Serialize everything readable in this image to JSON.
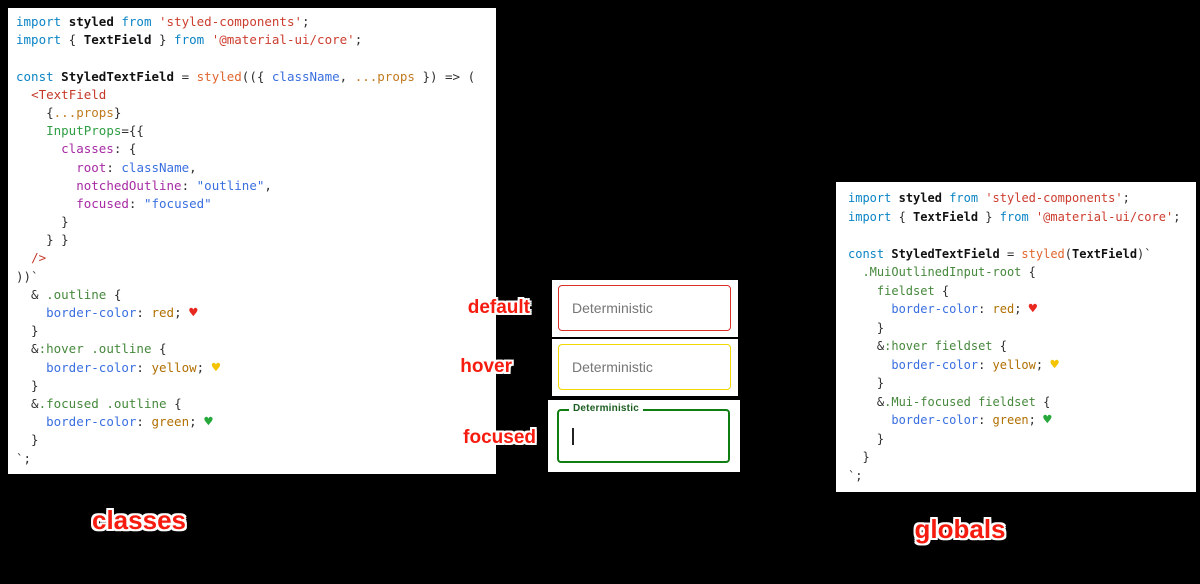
{
  "page": {
    "bg": "#000000",
    "panel_bg": "#ffffff",
    "annotation_red": "#f61b0f"
  },
  "annotations": {
    "default": "default",
    "hover": "hover",
    "focused": "focused",
    "classes_caption": "classes",
    "globals_caption": "globals"
  },
  "textfields": {
    "default": {
      "value": "Deterministic",
      "border_css": "red",
      "border_hex": "#d93025"
    },
    "hover": {
      "value": "Deterministic",
      "border_css": "yellow",
      "border_hex": "#f0d800"
    },
    "focused": {
      "label": "Deterministic",
      "border_css": "green",
      "border_hex": "#0f7d12",
      "label_color": "#1b5e20"
    }
  },
  "panels": {
    "classes_code": {
      "lines": [
        [
          [
            "kw",
            "import"
          ],
          [
            "pl",
            " "
          ],
          [
            "id",
            "styled"
          ],
          [
            "pl",
            " "
          ],
          [
            "kw",
            "from"
          ],
          [
            "pl",
            " "
          ],
          [
            "str",
            "'styled-components'"
          ],
          [
            "pl",
            ";"
          ]
        ],
        [
          [
            "kw",
            "import"
          ],
          [
            "pl",
            " { "
          ],
          [
            "id",
            "TextField"
          ],
          [
            "pl",
            " } "
          ],
          [
            "kw",
            "from"
          ],
          [
            "pl",
            " "
          ],
          [
            "str",
            "'@material-ui/core'"
          ],
          [
            "pl",
            ";"
          ]
        ],
        [],
        [
          [
            "kw",
            "const"
          ],
          [
            "pl",
            " "
          ],
          [
            "id",
            "StyledTextField"
          ],
          [
            "pl",
            " = "
          ],
          [
            "fn",
            "styled"
          ],
          [
            "pl",
            "(({ "
          ],
          [
            "val",
            "className"
          ],
          [
            "pl",
            ", "
          ],
          [
            "orange",
            "...props"
          ],
          [
            "pl",
            " }) => ("
          ]
        ],
        [
          [
            "pl",
            "  "
          ],
          [
            "tag",
            "<TextField"
          ]
        ],
        [
          [
            "pl",
            "    {"
          ],
          [
            "orange",
            "...props"
          ],
          [
            "pl",
            "}"
          ]
        ],
        [
          [
            "pl",
            "    "
          ],
          [
            "attr",
            "InputProps"
          ],
          [
            "pl",
            "={{"
          ]
        ],
        [
          [
            "pl",
            "      "
          ],
          [
            "prop",
            "classes"
          ],
          [
            "pl",
            ": {"
          ]
        ],
        [
          [
            "pl",
            "        "
          ],
          [
            "prop",
            "root"
          ],
          [
            "pl",
            ": "
          ],
          [
            "val",
            "className"
          ],
          [
            "pl",
            ","
          ]
        ],
        [
          [
            "pl",
            "        "
          ],
          [
            "prop",
            "notchedOutline"
          ],
          [
            "pl",
            ": "
          ],
          [
            "val",
            "\"outline\""
          ],
          [
            "pl",
            ","
          ]
        ],
        [
          [
            "pl",
            "        "
          ],
          [
            "prop",
            "focused"
          ],
          [
            "pl",
            ": "
          ],
          [
            "val",
            "\"focused\""
          ]
        ],
        [
          [
            "pl",
            "      }"
          ]
        ],
        [
          [
            "pl",
            "    } }"
          ]
        ],
        [
          [
            "pl",
            "  "
          ],
          [
            "tag",
            "/>"
          ]
        ],
        [
          [
            "pl",
            "))`"
          ]
        ],
        [
          [
            "pl",
            "  & "
          ],
          [
            "sel",
            ".outline"
          ],
          [
            "pl",
            " {"
          ]
        ],
        [
          [
            "pl",
            "    "
          ],
          [
            "cssprop",
            "border-color"
          ],
          [
            "pl",
            ": "
          ],
          [
            "cssval",
            "red"
          ],
          [
            "pl",
            "; "
          ],
          [
            "hr",
            "♥"
          ]
        ],
        [
          [
            "pl",
            "  }"
          ]
        ],
        [
          [
            "pl",
            "  &"
          ],
          [
            "sel",
            ":hover"
          ],
          [
            "pl",
            " "
          ],
          [
            "sel",
            ".outline"
          ],
          [
            "pl",
            " {"
          ]
        ],
        [
          [
            "pl",
            "    "
          ],
          [
            "cssprop",
            "border-color"
          ],
          [
            "pl",
            ": "
          ],
          [
            "cssval",
            "yellow"
          ],
          [
            "pl",
            "; "
          ],
          [
            "hy",
            "♥"
          ]
        ],
        [
          [
            "pl",
            "  }"
          ]
        ],
        [
          [
            "pl",
            "  &"
          ],
          [
            "sel",
            ".focused"
          ],
          [
            "pl",
            " "
          ],
          [
            "sel",
            ".outline"
          ],
          [
            "pl",
            " {"
          ]
        ],
        [
          [
            "pl",
            "    "
          ],
          [
            "cssprop",
            "border-color"
          ],
          [
            "pl",
            ": "
          ],
          [
            "cssval",
            "green"
          ],
          [
            "pl",
            "; "
          ],
          [
            "hg",
            "♥"
          ]
        ],
        [
          [
            "pl",
            "  }"
          ]
        ],
        [
          [
            "pl",
            "`;"
          ]
        ]
      ]
    },
    "globals_code": {
      "lines": [
        [
          [
            "kw",
            "import"
          ],
          [
            "pl",
            " "
          ],
          [
            "id",
            "styled"
          ],
          [
            "pl",
            " "
          ],
          [
            "kw",
            "from"
          ],
          [
            "pl",
            " "
          ],
          [
            "str",
            "'styled-components'"
          ],
          [
            "pl",
            ";"
          ]
        ],
        [
          [
            "kw",
            "import"
          ],
          [
            "pl",
            " { "
          ],
          [
            "id",
            "TextField"
          ],
          [
            "pl",
            " } "
          ],
          [
            "kw",
            "from"
          ],
          [
            "pl",
            " "
          ],
          [
            "str",
            "'@material-ui/core'"
          ],
          [
            "pl",
            ";"
          ]
        ],
        [],
        [
          [
            "kw",
            "const"
          ],
          [
            "pl",
            " "
          ],
          [
            "id",
            "StyledTextField"
          ],
          [
            "pl",
            " = "
          ],
          [
            "fn",
            "styled"
          ],
          [
            "pl",
            "("
          ],
          [
            "id",
            "TextField"
          ],
          [
            "pl",
            ")`"
          ]
        ],
        [
          [
            "pl",
            "  "
          ],
          [
            "sel",
            ".MuiOutlinedInput-root"
          ],
          [
            "pl",
            " {"
          ]
        ],
        [
          [
            "pl",
            "    "
          ],
          [
            "sel",
            "fieldset"
          ],
          [
            "pl",
            " {"
          ]
        ],
        [
          [
            "pl",
            "      "
          ],
          [
            "cssprop",
            "border-color"
          ],
          [
            "pl",
            ": "
          ],
          [
            "cssval",
            "red"
          ],
          [
            "pl",
            "; "
          ],
          [
            "hr",
            "♥"
          ]
        ],
        [
          [
            "pl",
            "    }"
          ]
        ],
        [
          [
            "pl",
            "    &"
          ],
          [
            "sel",
            ":hover"
          ],
          [
            "pl",
            " "
          ],
          [
            "sel",
            "fieldset"
          ],
          [
            "pl",
            " {"
          ]
        ],
        [
          [
            "pl",
            "      "
          ],
          [
            "cssprop",
            "border-color"
          ],
          [
            "pl",
            ": "
          ],
          [
            "cssval",
            "yellow"
          ],
          [
            "pl",
            "; "
          ],
          [
            "hy",
            "♥"
          ]
        ],
        [
          [
            "pl",
            "    }"
          ]
        ],
        [
          [
            "pl",
            "    &"
          ],
          [
            "sel",
            ".Mui-focused"
          ],
          [
            "pl",
            " "
          ],
          [
            "sel",
            "fieldset"
          ],
          [
            "pl",
            " {"
          ]
        ],
        [
          [
            "pl",
            "      "
          ],
          [
            "cssprop",
            "border-color"
          ],
          [
            "pl",
            ": "
          ],
          [
            "cssval",
            "green"
          ],
          [
            "pl",
            "; "
          ],
          [
            "hg",
            "♥"
          ]
        ],
        [
          [
            "pl",
            "    }"
          ]
        ],
        [
          [
            "pl",
            "  }"
          ]
        ],
        [
          [
            "pl",
            "`;"
          ]
        ]
      ]
    }
  }
}
